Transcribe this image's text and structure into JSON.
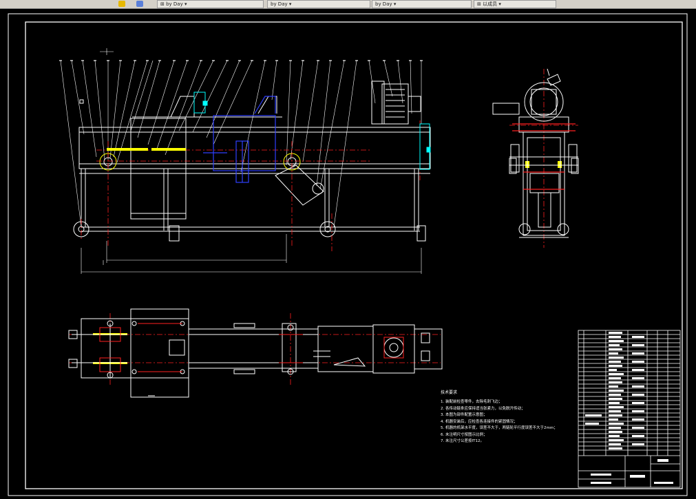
{
  "toolbar": {
    "tabs": [
      {
        "label": "⊞ by Day ▾"
      },
      {
        "label": "by Day ▾"
      },
      {
        "label": "by Day ▾"
      },
      {
        "label": "⊞ 以成员 ▾"
      }
    ]
  },
  "drawing": {
    "background": "#000000",
    "colors": {
      "line": "#ffffff",
      "centerline": "#ff2020",
      "blue": "#3040ff",
      "cyan": "#00ffff",
      "yellow": "#ffff00"
    },
    "notes_title": "技术要求",
    "notes": [
      "1. 装配前检查零件，去除毛刺飞边；",
      "2. 各传动链条应保持适当张紧力，以免脱开传动；",
      "3. 本图为部件配置示意图；",
      "4. 机器安装后，应检查各连接件的紧固情况；",
      "5. 机器的机架水平度，误差不大于，两链轮平行度误差不大于2mm；",
      "6. 未注明尺寸按图示比例；",
      "7. 未注尺寸公差按IT12。"
    ]
  }
}
